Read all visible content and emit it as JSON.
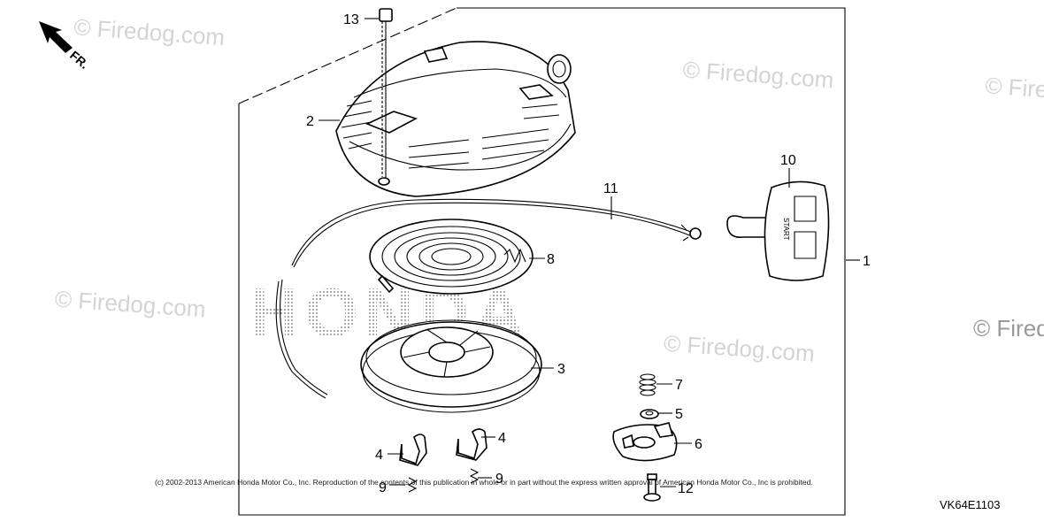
{
  "diagram": {
    "orientation_label": "FR.",
    "brand_watermark": "HONDA",
    "watermark_text": "© Firedog.com",
    "copyright": "(c) 2002-2013 American Honda Motor Co., Inc. Reproduction of the contents of this publication in whole or in part without the express written approval of American Honda Motor Co., Inc is prohibited.",
    "diagram_code": "VK64E1103",
    "start_label": "START",
    "callouts": {
      "c1": "1",
      "c2": "2",
      "c3": "3",
      "c4a": "4",
      "c4b": "4",
      "c5": "5",
      "c6": "6",
      "c7": "7",
      "c8": "8",
      "c9a": "9",
      "c9b": "9",
      "c10": "10",
      "c11": "11",
      "c12": "12",
      "c13": "13"
    }
  }
}
